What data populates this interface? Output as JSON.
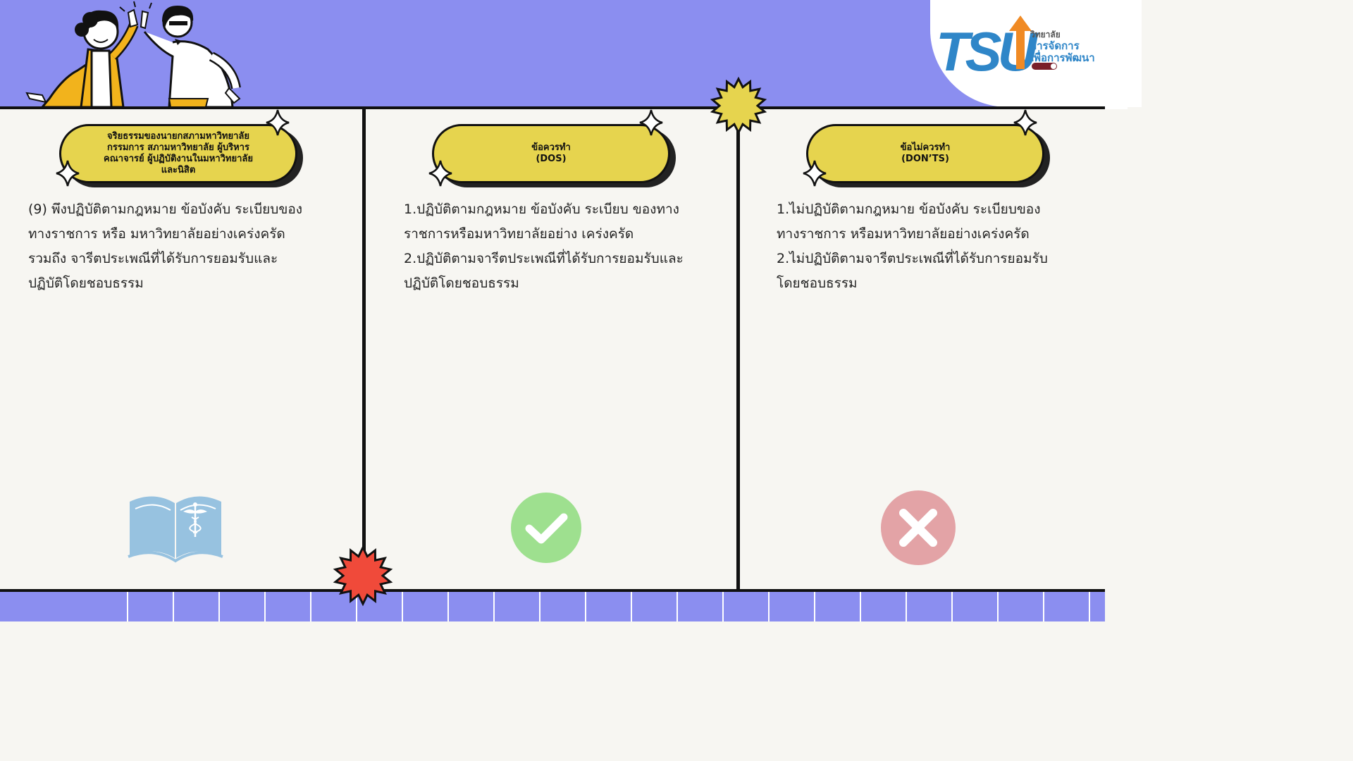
{
  "logo": {
    "mark": "TSU",
    "line1": "วิทยาลัย",
    "line2": "การจัดการ",
    "line3": "เพื่อการพัฒนา"
  },
  "columns": [
    {
      "heading": "จริยธรรมของนายกสภามหาวิทยาลัย\nกรรมการ สภามหาวิทยาลัย ผู้บริหาร\nคณาจารย์ ผู้ปฏิบัติงานในมหาวิทยาลัย\nและนิสิต",
      "body": "(9) พึงปฏิบัติตามกฎหมาย ข้อบังคับ ระเบียบของ\nทางราชการ หรือ มหาวิทยาลัยอย่างเคร่งครัด\nรวมถึง จารีตประเพณีที่ได้รับการยอมรับและ\nปฏิบัติโดยชอบธรรม",
      "icon": "open-book-caduceus-icon"
    },
    {
      "heading": "ข้อควรทำ\n(DOS)",
      "body": "1.ปฏิบัติตามกฎหมาย ข้อบังคับ ระเบียบ ของทาง\nราชการหรือมหาวิทยาลัยอย่าง เคร่งครัด\n2.ปฏิบัติตามจารีตประเพณีที่ได้รับการยอมรับและ\nปฏิบัติโดยชอบธรรม",
      "icon": "check-circle-icon"
    },
    {
      "heading": "ข้อไม่ควรทำ\n(DON’TS)",
      "body": "1.ไม่ปฏิบัติตามกฎหมาย ข้อบังคับ ระเบียบของ\nทางราชการ หรือมหาวิทยาลัยอย่างเคร่งครัด\n2.ไม่ปฏิบัติตามจารีตประเพณีที่ได้รับการยอมรับ\nโดยชอบธรรม",
      "icon": "cross-circle-icon"
    }
  ],
  "colors": {
    "band": "#8b8ef0",
    "background": "#f7f6f2",
    "pill": "#e6d44e",
    "check": "#9ee08f",
    "cross": "#e3a3a6",
    "book": "#97c2e0",
    "starburst_yellow": "#e6d44e",
    "starburst_red": "#f04a3a",
    "logo_blue": "#2f86c8",
    "logo_orange": "#f08a24"
  }
}
